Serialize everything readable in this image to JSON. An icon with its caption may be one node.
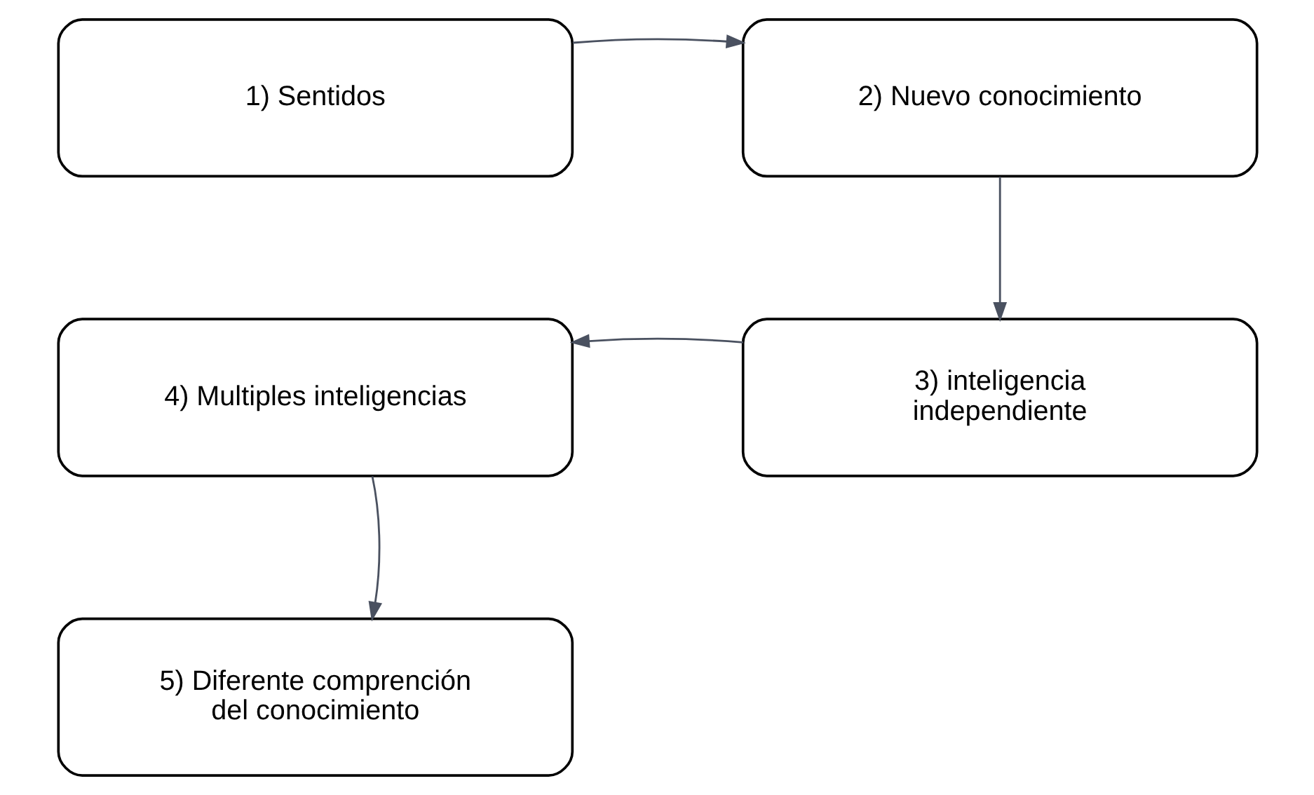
{
  "diagram": {
    "nodes": [
      {
        "text": [
          "1) Sentidos"
        ]
      },
      {
        "text": [
          "2) Nuevo conocimiento"
        ]
      },
      {
        "text": [
          "3) inteligencia independiente"
        ]
      },
      {
        "text": [
          "4) Multiples inteligencias"
        ]
      },
      {
        "text": [
          "5) Diferente comprención  del conocimiento"
        ]
      }
    ],
    "edges": [
      {
        "from": 0,
        "to": 1,
        "arrow": "to"
      },
      {
        "from": 1,
        "to": 2,
        "arrow": "to"
      },
      {
        "from": 2,
        "to": 3,
        "arrow": "to"
      },
      {
        "from": 3,
        "to": 4,
        "arrow": "to"
      }
    ]
  }
}
